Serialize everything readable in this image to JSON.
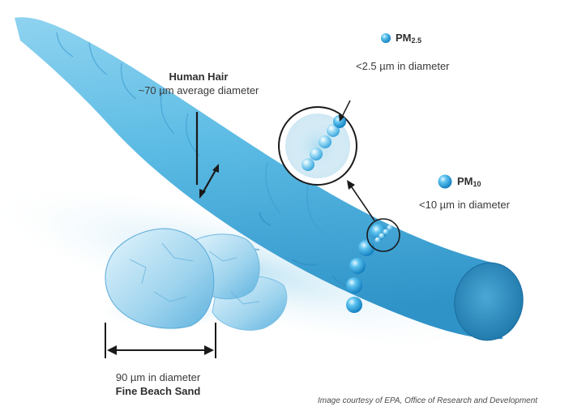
{
  "hair": {
    "title": "Human Hair",
    "subtitle": "~70 µm average diameter"
  },
  "pm25": {
    "label": "PM",
    "sub": "2.5",
    "desc": "<2.5 µm in diameter"
  },
  "pm10": {
    "label": "PM",
    "sub": "10",
    "desc": "<10 µm in diameter"
  },
  "sand": {
    "desc": "90 µm in diameter",
    "title": "Fine Beach Sand"
  },
  "credit": "Image courtesy of EPA, Office of Research and Development",
  "colors": {
    "hair": "#58b9e2",
    "hair_dark": "#2a8fc4",
    "pm": "#2fa4e0",
    "sand": "#c9e7f4",
    "line": "#1a1a1a"
  }
}
